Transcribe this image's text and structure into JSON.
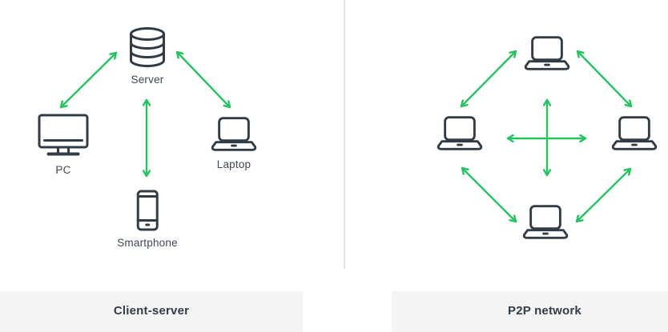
{
  "colors": {
    "arrow_green": "#22c55e",
    "icon_stroke": "#313c47",
    "label_text": "#3e4854",
    "caption_text": "#333d49",
    "caption_bg": "#f4f4f5",
    "divider": "#e4e4e6"
  },
  "panels": [
    {
      "name": "client-server",
      "caption": "Client-server",
      "nodes": [
        {
          "key": "server",
          "label": "Server",
          "icon": "database-icon"
        },
        {
          "key": "pc",
          "label": "PC",
          "icon": "desktop-computer-icon"
        },
        {
          "key": "laptop",
          "label": "Laptop",
          "icon": "laptop-icon"
        },
        {
          "key": "smartphone",
          "label": "Smartphone",
          "icon": "smartphone-icon"
        }
      ],
      "connections": [
        {
          "from": "server",
          "to": "pc",
          "style": "bidirectional"
        },
        {
          "from": "server",
          "to": "laptop",
          "style": "bidirectional"
        },
        {
          "from": "server",
          "to": "smartphone",
          "style": "bidirectional"
        }
      ]
    },
    {
      "name": "p2p-network",
      "caption": "P2P network",
      "nodes": [
        {
          "key": "peer-top",
          "icon": "laptop-icon"
        },
        {
          "key": "peer-left",
          "icon": "laptop-icon"
        },
        {
          "key": "peer-right",
          "icon": "laptop-icon"
        },
        {
          "key": "peer-bottom",
          "icon": "laptop-icon"
        }
      ],
      "connections": [
        {
          "from": "peer-top",
          "to": "peer-left",
          "style": "bidirectional"
        },
        {
          "from": "peer-top",
          "to": "peer-right",
          "style": "bidirectional"
        },
        {
          "from": "peer-left",
          "to": "peer-bottom",
          "style": "bidirectional"
        },
        {
          "from": "peer-right",
          "to": "peer-bottom",
          "style": "bidirectional"
        },
        {
          "from": "peer-left",
          "to": "peer-right",
          "style": "bidirectional"
        },
        {
          "from": "peer-top",
          "to": "peer-bottom",
          "style": "bidirectional"
        }
      ]
    }
  ]
}
